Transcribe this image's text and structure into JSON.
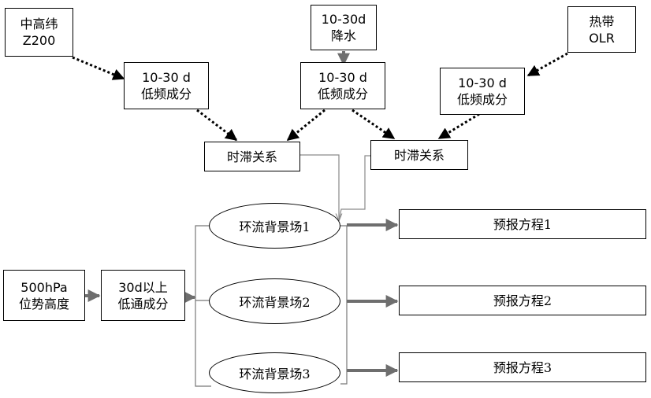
{
  "inputs": {
    "z200": {
      "line1": "中高纬",
      "line2": "Z200"
    },
    "rain": {
      "line1": "10-30d",
      "line2": "降水"
    },
    "olr": {
      "line1": "热带",
      "line2": "OLR"
    }
  },
  "filters": {
    "low_freq_1": {
      "line1": "10-30 d",
      "line2": "低频成分"
    },
    "low_freq_2": {
      "line1": "10-30 d",
      "line2": "低频成分"
    },
    "low_freq_3": {
      "line1": "10-30 d",
      "line2": "低频成分"
    }
  },
  "lags": {
    "lag_1": "时滞关系",
    "lag_2": "时滞关系"
  },
  "height": {
    "source": {
      "line1": "500hPa",
      "line2": "位势高度"
    },
    "low_pass": {
      "line1": "30d以上",
      "line2": "低通成分"
    }
  },
  "backgrounds": [
    "环流背景场1",
    "环流背景场2",
    "环流背景场3"
  ],
  "equations": [
    "预报方程1",
    "预报方程2",
    "预报方程3"
  ]
}
